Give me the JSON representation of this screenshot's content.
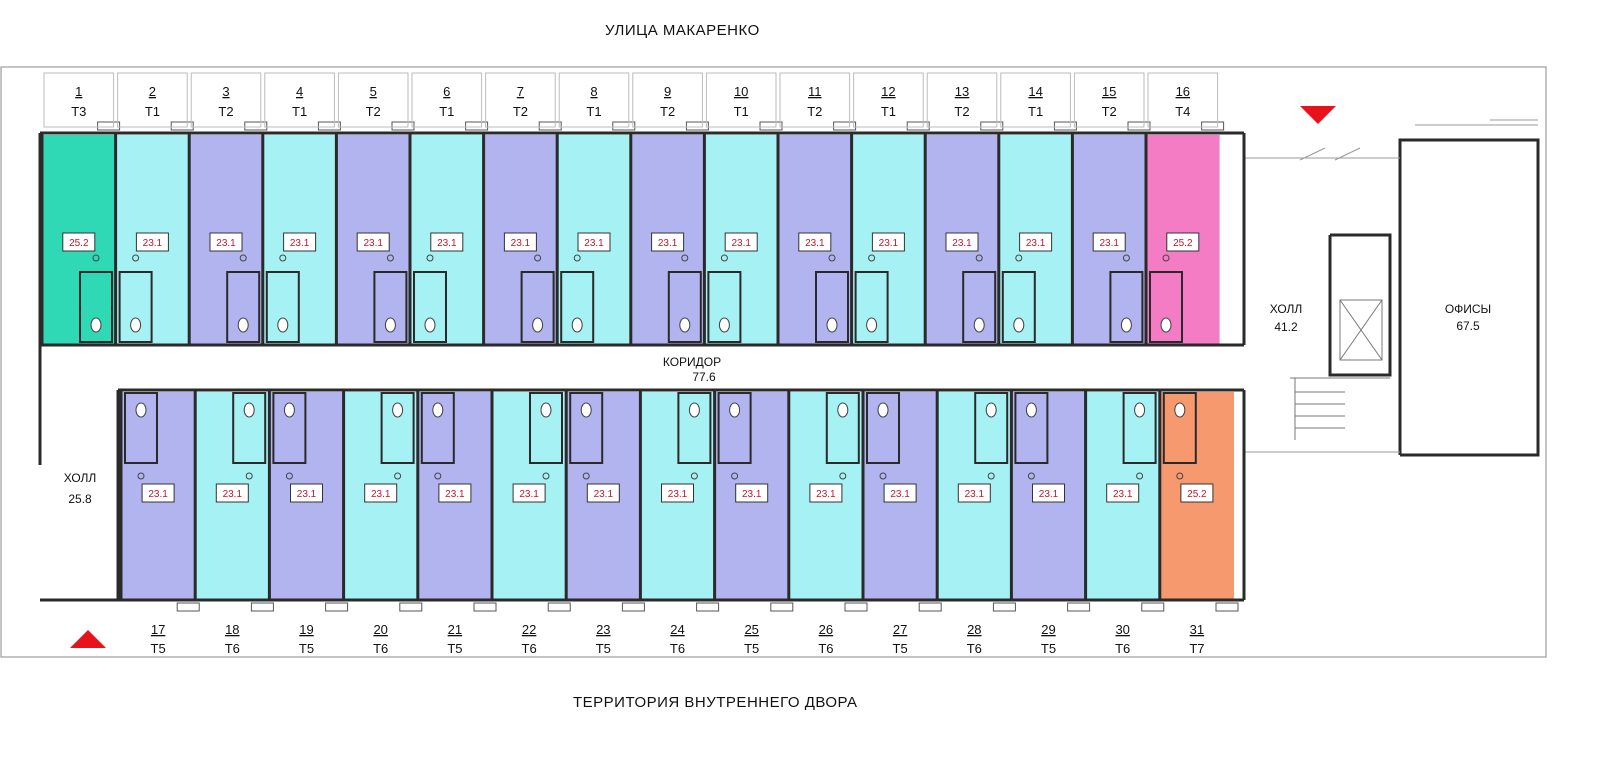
{
  "street_top": "УЛИЦА  МАКАРЕНКО",
  "street_bottom": "ТЕРРИТОРИЯ  ВНУТРЕННЕГО  ДВОРА",
  "colors": {
    "T1": "#a6f1f3",
    "T2": "#b1b4ef",
    "T3": "#30d9b6",
    "T4": "#f47cc4",
    "T5": "#b1b4ef",
    "T6": "#a6f1f3",
    "T7": "#f7996f",
    "wall": "#2a2a2a",
    "marker": "#e8121c"
  },
  "top_units": [
    {
      "num": "1",
      "type": "Т3",
      "area": "25.2"
    },
    {
      "num": "2",
      "type": "Т1",
      "area": "23.1"
    },
    {
      "num": "3",
      "type": "Т2",
      "area": "23.1"
    },
    {
      "num": "4",
      "type": "Т1",
      "area": "23.1"
    },
    {
      "num": "5",
      "type": "Т2",
      "area": "23.1"
    },
    {
      "num": "6",
      "type": "Т1",
      "area": "23.1"
    },
    {
      "num": "7",
      "type": "Т2",
      "area": "23.1"
    },
    {
      "num": "8",
      "type": "Т1",
      "area": "23.1"
    },
    {
      "num": "9",
      "type": "Т2",
      "area": "23.1"
    },
    {
      "num": "10",
      "type": "Т1",
      "area": "23.1"
    },
    {
      "num": "11",
      "type": "Т2",
      "area": "23.1"
    },
    {
      "num": "12",
      "type": "Т1",
      "area": "23.1"
    },
    {
      "num": "13",
      "type": "Т2",
      "area": "23.1"
    },
    {
      "num": "14",
      "type": "Т1",
      "area": "23.1"
    },
    {
      "num": "15",
      "type": "Т2",
      "area": "23.1"
    },
    {
      "num": "16",
      "type": "Т4",
      "area": "25.2"
    }
  ],
  "bottom_units": [
    {
      "num": "17",
      "type": "Т5",
      "area": "23.1"
    },
    {
      "num": "18",
      "type": "Т6",
      "area": "23.1"
    },
    {
      "num": "19",
      "type": "Т5",
      "area": "23.1"
    },
    {
      "num": "20",
      "type": "Т6",
      "area": "23.1"
    },
    {
      "num": "21",
      "type": "Т5",
      "area": "23.1"
    },
    {
      "num": "22",
      "type": "Т6",
      "area": "23.1"
    },
    {
      "num": "23",
      "type": "Т5",
      "area": "23.1"
    },
    {
      "num": "24",
      "type": "Т6",
      "area": "23.1"
    },
    {
      "num": "25",
      "type": "Т5",
      "area": "23.1"
    },
    {
      "num": "26",
      "type": "Т6",
      "area": "23.1"
    },
    {
      "num": "27",
      "type": "Т5",
      "area": "23.1"
    },
    {
      "num": "28",
      "type": "Т6",
      "area": "23.1"
    },
    {
      "num": "29",
      "type": "Т5",
      "area": "23.1"
    },
    {
      "num": "30",
      "type": "Т6",
      "area": "23.1"
    },
    {
      "num": "31",
      "type": "Т7",
      "area": "25.2"
    }
  ],
  "rooms": {
    "corridor": {
      "name": "КОРИДОР",
      "area": "77.6"
    },
    "hall_left": {
      "name": "ХОЛЛ",
      "area": "25.8"
    },
    "hall_right": {
      "name": "ХОЛЛ",
      "area": "41.2"
    },
    "offices": {
      "name": "ОФИСЫ",
      "area": "67.5"
    }
  }
}
